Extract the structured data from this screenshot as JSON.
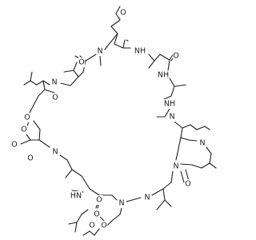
{
  "figure": {
    "kind": "skeletal-structure",
    "subject": "cyclic N-methylated peptide (cyclosporin-type macrocycle) with O-acetyl side chain",
    "background": "#ffffff",
    "ink": "#202020"
  },
  "labels": {
    "N": "N",
    "NH": "NH",
    "HN": "HN",
    "O": "O"
  },
  "atom_labels": [
    {
      "id": "O1",
      "text": "O"
    },
    {
      "id": "N1",
      "text": "N"
    },
    {
      "id": "NH1",
      "text": "NH"
    },
    {
      "id": "O2",
      "text": "O"
    },
    {
      "id": "O3",
      "text": "O"
    },
    {
      "id": "N2",
      "text": "N"
    },
    {
      "id": "NH2",
      "text": "NH"
    },
    {
      "id": "O4",
      "text": "O"
    },
    {
      "id": "NH3",
      "text": "NH"
    },
    {
      "id": "O5",
      "text": "O"
    },
    {
      "id": "N3",
      "text": "N"
    },
    {
      "id": "O6",
      "text": "O"
    },
    {
      "id": "N4",
      "text": "N"
    },
    {
      "id": "O7",
      "text": "O"
    },
    {
      "id": "N5",
      "text": "N"
    },
    {
      "id": "O8",
      "text": "O"
    },
    {
      "id": "N6",
      "text": "N"
    },
    {
      "id": "O9",
      "text": "O"
    },
    {
      "id": "N7",
      "text": "N"
    },
    {
      "id": "HN1",
      "text": "HN"
    },
    {
      "id": "O10",
      "text": "O"
    },
    {
      "id": "N8",
      "text": "N"
    },
    {
      "id": "O11",
      "text": "O"
    },
    {
      "id": "O12",
      "text": "O"
    },
    {
      "id": "O13",
      "text": "O"
    }
  ]
}
